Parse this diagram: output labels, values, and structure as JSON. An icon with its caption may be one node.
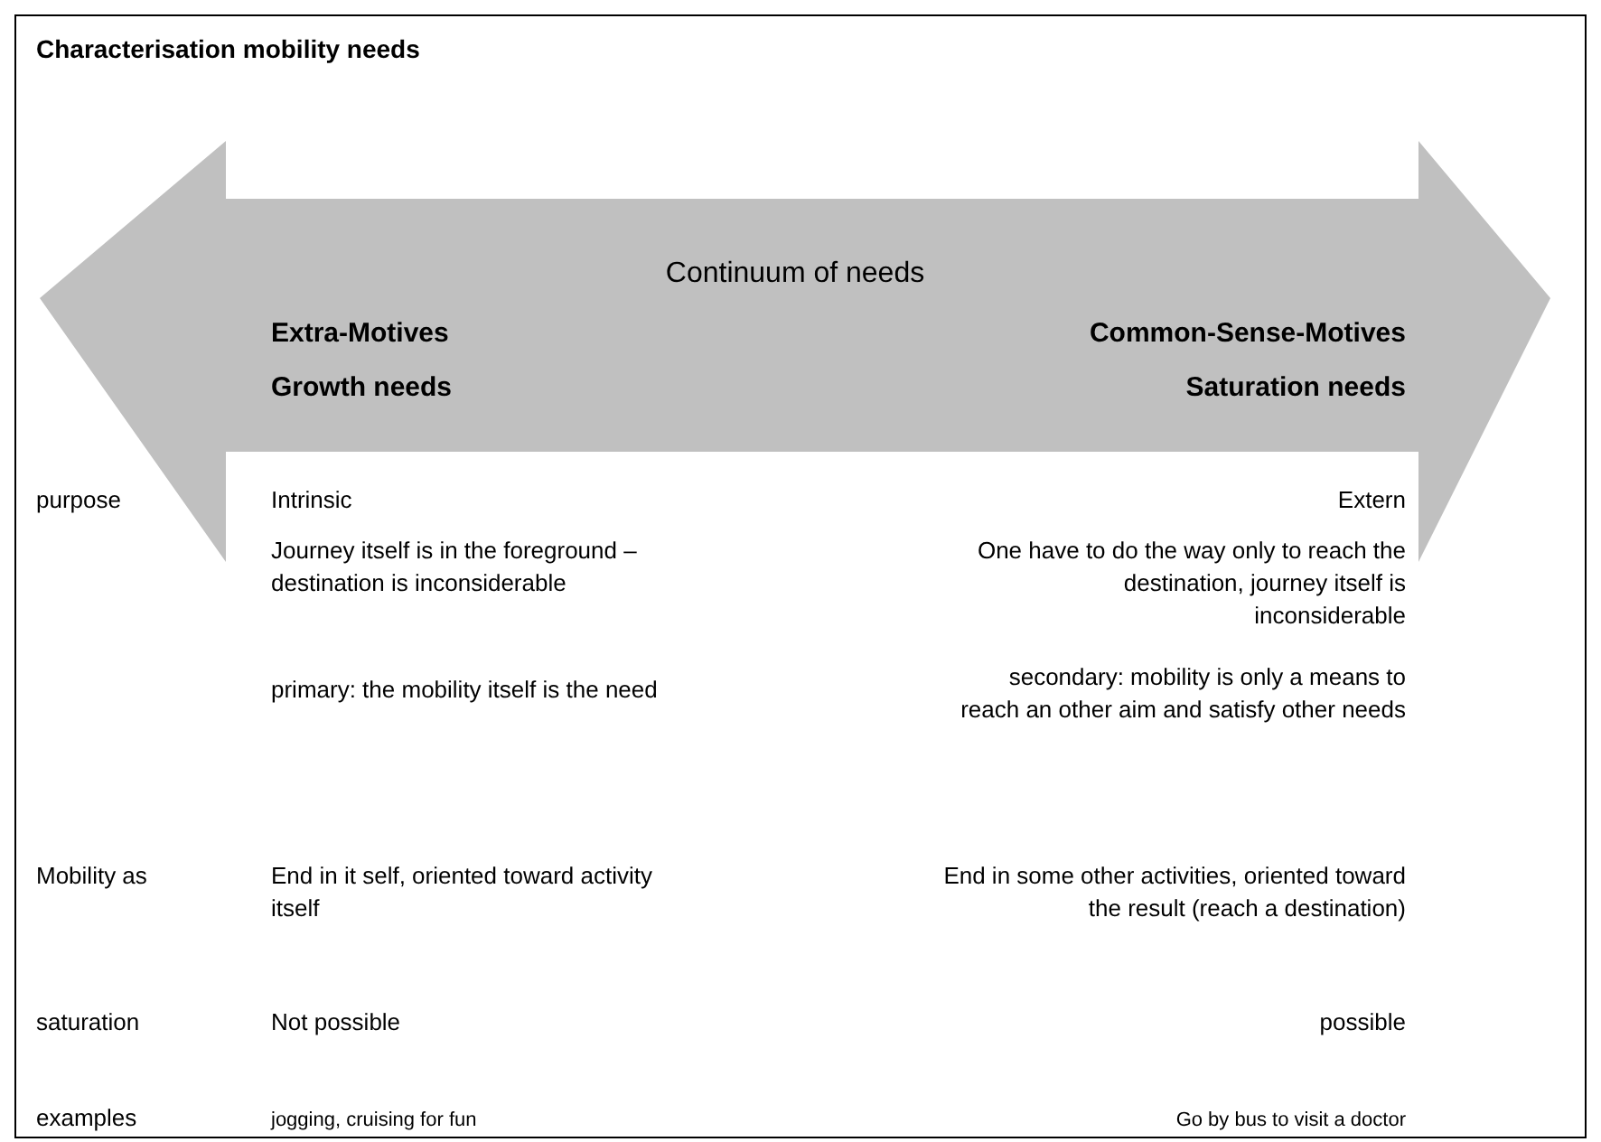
{
  "diagram": {
    "title": "Characterisation mobility needs",
    "nodes": [
      {
        "text": [
          "Continuum of needs",
          "Extra-Motives",
          "Growth needs",
          "Common-Sense-Motives",
          "Saturation needs"
        ]
      }
    ],
    "edges": [],
    "labels": [
      "purpose",
      "Intrinsic",
      "Extern",
      "Journey itself is in the foreground – destination is inconsiderable",
      "One have to do the way only to reach the destination, journey itself is inconsiderable",
      "primary: the mobility itself is the need",
      "secondary: mobility is only a means to reach an other aim and satisfy other needs",
      "Mobility as",
      "End in it self, oriented toward activity itself",
      "End in some other activities, oriented toward the result (reach a destination)",
      "saturation",
      "Not possible",
      "possible",
      "examples",
      "jogging, cruising for fun",
      "Go by bus to visit a doctor"
    ]
  }
}
